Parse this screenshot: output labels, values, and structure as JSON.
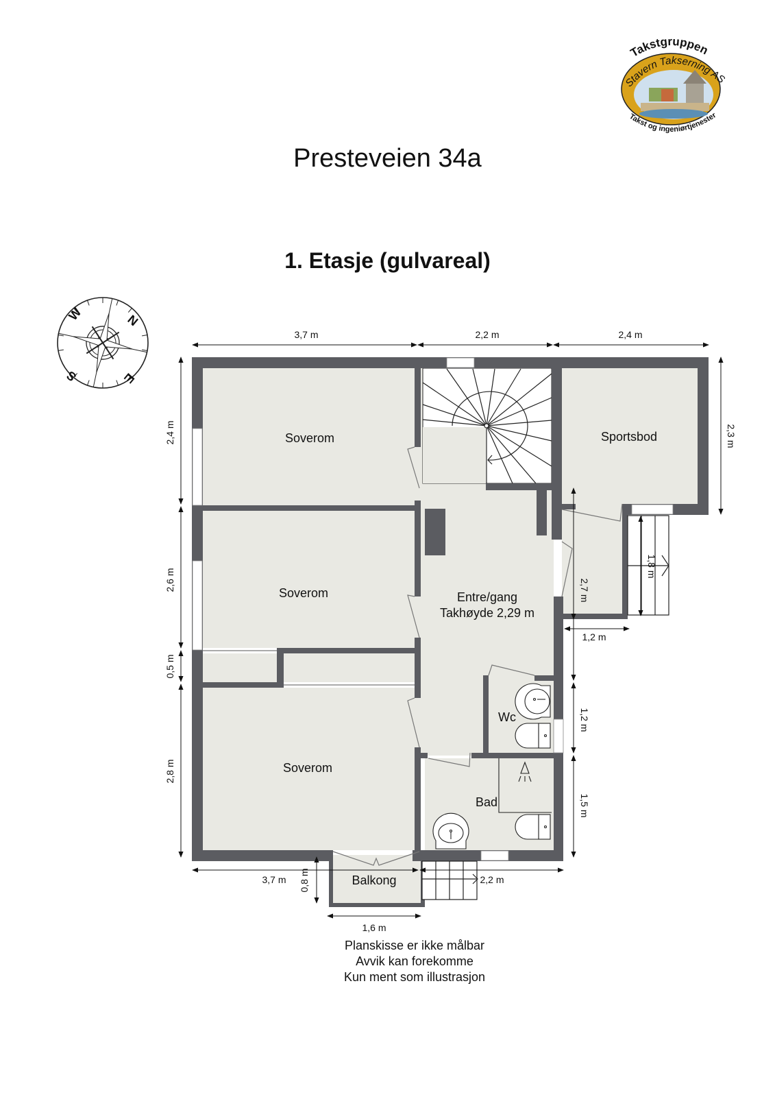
{
  "header": {
    "title": "Presteveien 34a",
    "subtitle": "1. Etasje (gulvareal)"
  },
  "logo": {
    "top_text": "Takstgruppen",
    "middle_text": "Stavern Takserning AS",
    "middle_text_display": "Stavern Takserning AS",
    "bottom_text": "Takst og ingeniørtjenester",
    "colors": {
      "ring": "#d9a21b",
      "sky": "#cfe0ee",
      "water": "#5b8fb5"
    }
  },
  "compass": {
    "labels": {
      "north": "N",
      "east": "E",
      "south": "S",
      "west": "W"
    }
  },
  "rooms": [
    {
      "id": "soverom-1",
      "label": "Soverom"
    },
    {
      "id": "soverom-2",
      "label": "Soverom"
    },
    {
      "id": "soverom-3",
      "label": "Soverom"
    },
    {
      "id": "sportsbod",
      "label": "Sportsbod"
    },
    {
      "id": "entre",
      "label": "Entre/gang",
      "sublabel": "Takhøyde 2,29 m"
    },
    {
      "id": "wc",
      "label": "Wc"
    },
    {
      "id": "bad",
      "label": "Bad"
    },
    {
      "id": "balkong",
      "label": "Balkong"
    }
  ],
  "dimensions": {
    "top": [
      "3,7 m",
      "2,2 m",
      "2,4 m"
    ],
    "left": [
      "2,4 m",
      "2,6 m",
      "0,5 m",
      "2,8 m"
    ],
    "right_sportsbod": "2,3 m",
    "entry_height": "2,7 m",
    "entry_width": "1,2 m",
    "stair_length": "1,8 m",
    "right_wc": "1,2 m",
    "right_bad": "1,5 m",
    "bottom_left": "3,7 m",
    "bottom_right": "2,2 m",
    "balkong_depth": "0,8 m",
    "balkong_width": "1,6 m"
  },
  "disclaimer": [
    "Planskisse er ikke målbar",
    "Avvik kan forekomme",
    "Kun ment som illustrasjon"
  ],
  "colors": {
    "wall": "#5b5c61",
    "floor": "#e9e9e3",
    "stair": "#ffffff",
    "line": "#222222"
  }
}
